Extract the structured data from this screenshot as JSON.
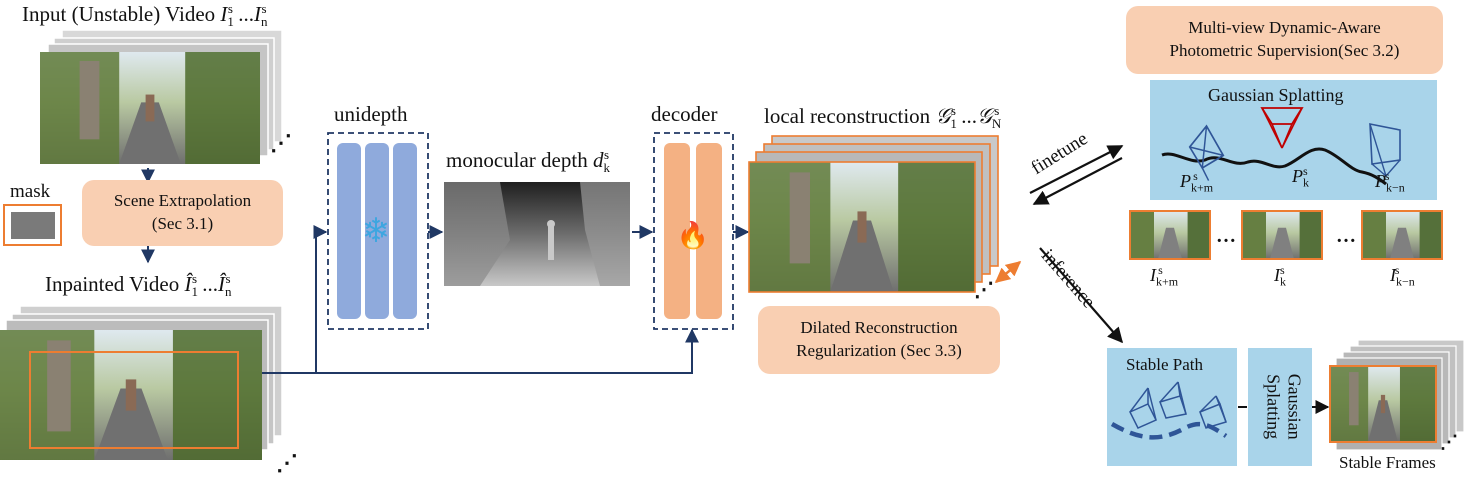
{
  "labels": {
    "input_video": "Input (Unstable) Video",
    "input_sym1": "I",
    "input_sub1": "1",
    "input_sup": "s",
    "input_dots": "...",
    "input_sym2": "I",
    "input_sub2": "n",
    "mask": "mask",
    "inpainted_video": "Inpainted Video",
    "inpainted_sym1": "Î",
    "inpainted_sub1": "1",
    "inpainted_sup": "s",
    "inpainted_dots": "...",
    "inpainted_sym2": "Î",
    "inpainted_sub2": "n",
    "unidepth": "unidepth",
    "monocular_depth": "monocular depth",
    "depth_sym": "d",
    "depth_sub": "k",
    "depth_sup": "s",
    "decoder": "decoder",
    "local_reconstruction": "local reconstruction",
    "g_sym1": "𝒢",
    "g_sub1": "1",
    "g_sup": "s",
    "g_dots": "...",
    "g_sym2": "𝒢",
    "g_sub2": "N",
    "finetune": "finetune",
    "inference": "inference",
    "stable_frames": "Stable Frames"
  },
  "boxes": {
    "scene_extrapolation_line1": "Scene Extrapolation",
    "scene_extrapolation_line2": "(Sec 3.1)",
    "dilated_line1": "Dilated Reconstruction",
    "dilated_line2": "Regularization (Sec 3.3)",
    "multiview_line1": "Multi-view Dynamic-Aware",
    "multiview_line2": "Photometric Supervision(Sec 3.2)",
    "gaussian_splatting_title": "Gaussian Splatting",
    "stable_path_title": "Stable Path",
    "gaussian_vertical_line1": "Gaussian",
    "gaussian_vertical_line2": "Splatting"
  },
  "poses": {
    "p1_sym": "P",
    "p1_sub": "k+m",
    "p1_sup": "s",
    "p2_sym": "P",
    "p2_sub": "k",
    "p2_sup": "s",
    "p3_sym": "P",
    "p3_sub": "k−n",
    "p3_sup": "s"
  },
  "frames": {
    "f1_sym": "I",
    "f1_sub": "k+m",
    "f1_sup": "s",
    "f2_sym": "I",
    "f2_sub": "k",
    "f2_sup": "s",
    "f3_sym": "I",
    "f3_sub": "k−n",
    "f3_sup": "s",
    "ellipsis": "…"
  },
  "colors": {
    "peach": "#f9cfb2",
    "blue_panel": "#a9d4ea",
    "network_blue": "#8faadc",
    "network_orange": "#f4b183",
    "frame_orange": "#ed7d31",
    "arrow_navy": "#203864",
    "camera_red": "#c00000",
    "camera_blue": "#2f5597"
  }
}
